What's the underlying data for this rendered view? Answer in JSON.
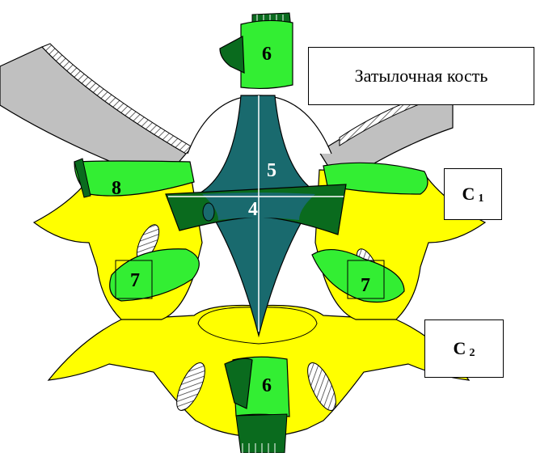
{
  "labels": {
    "occipital_bone": "Затылочная кость",
    "c1_letter": "C",
    "c1_sub": "1",
    "c2_letter": "C",
    "c2_sub": "2"
  },
  "numbers": {
    "top_ligament": "6",
    "bottom_ligament": "6",
    "vertical_band": "5",
    "cross_band": "4",
    "left_joint": "7",
    "right_joint": "7",
    "left_membrane": "8"
  },
  "colors": {
    "bone_yellow": "#ffff00",
    "bright_green": "#33ee33",
    "dark_green": "#0a6b1e",
    "teal_ligament": "#196a6e",
    "gray_bone": "#c0c0c0"
  }
}
